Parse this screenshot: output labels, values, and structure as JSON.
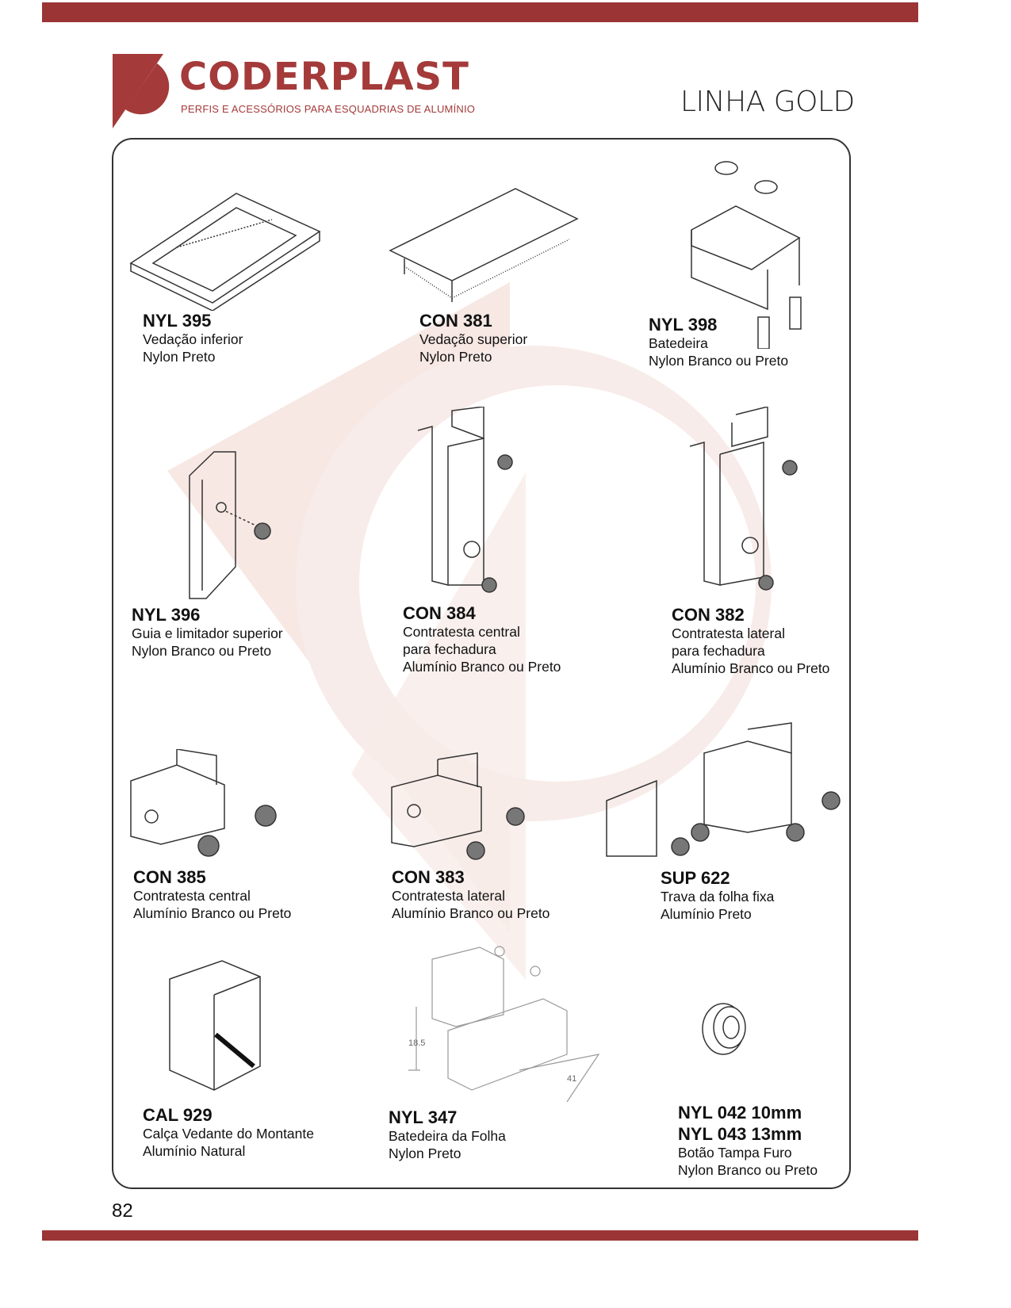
{
  "header": {
    "brand": "CODERPLAST",
    "tagline": "PERFIS E ACESSÓRIOS PARA ESQUADRIAS DE ALUMÍNIO",
    "line": "LINHA GOLD",
    "accent": "#9b3535"
  },
  "products": [
    {
      "code": "NYL 395",
      "lines": [
        "Vedação inferior",
        "Nylon Preto"
      ]
    },
    {
      "code": "CON 381",
      "lines": [
        "Vedação superior",
        "Nylon Preto"
      ]
    },
    {
      "code": "NYL 398",
      "lines": [
        "Batedeira",
        "Nylon Branco ou Preto"
      ]
    },
    {
      "code": "NYL 396",
      "lines": [
        "Guia e limitador superior",
        "Nylon Branco ou Preto"
      ]
    },
    {
      "code": "CON 384",
      "lines": [
        "Contratesta central",
        "para fechadura",
        "Alumínio Branco ou Preto"
      ]
    },
    {
      "code": "CON 382",
      "lines": [
        "Contratesta lateral",
        "para fechadura",
        "Alumínio Branco ou Preto"
      ]
    },
    {
      "code": "CON 385",
      "lines": [
        "Contratesta central",
        "Alumínio Branco ou Preto"
      ]
    },
    {
      "code": "CON 383",
      "lines": [
        "Contratesta lateral",
        "Alumínio Branco ou Preto"
      ]
    },
    {
      "code": "SUP 622",
      "lines": [
        "Trava da folha fixa",
        "Alumínio Preto"
      ]
    },
    {
      "code": "CAL 929",
      "lines": [
        "Calça Vedante do Montante",
        "Alumínio Natural"
      ]
    },
    {
      "code": "NYL 347",
      "lines": [
        "Batedeira da Folha",
        "Nylon Preto"
      ],
      "dims": [
        "18.5",
        "41"
      ]
    },
    {
      "code": "NYL 042 10mm",
      "code2": "NYL 043 13mm",
      "lines": [
        "Botão Tampa Furo",
        "Nylon Branco ou Preto"
      ]
    }
  ],
  "page_number": "82"
}
